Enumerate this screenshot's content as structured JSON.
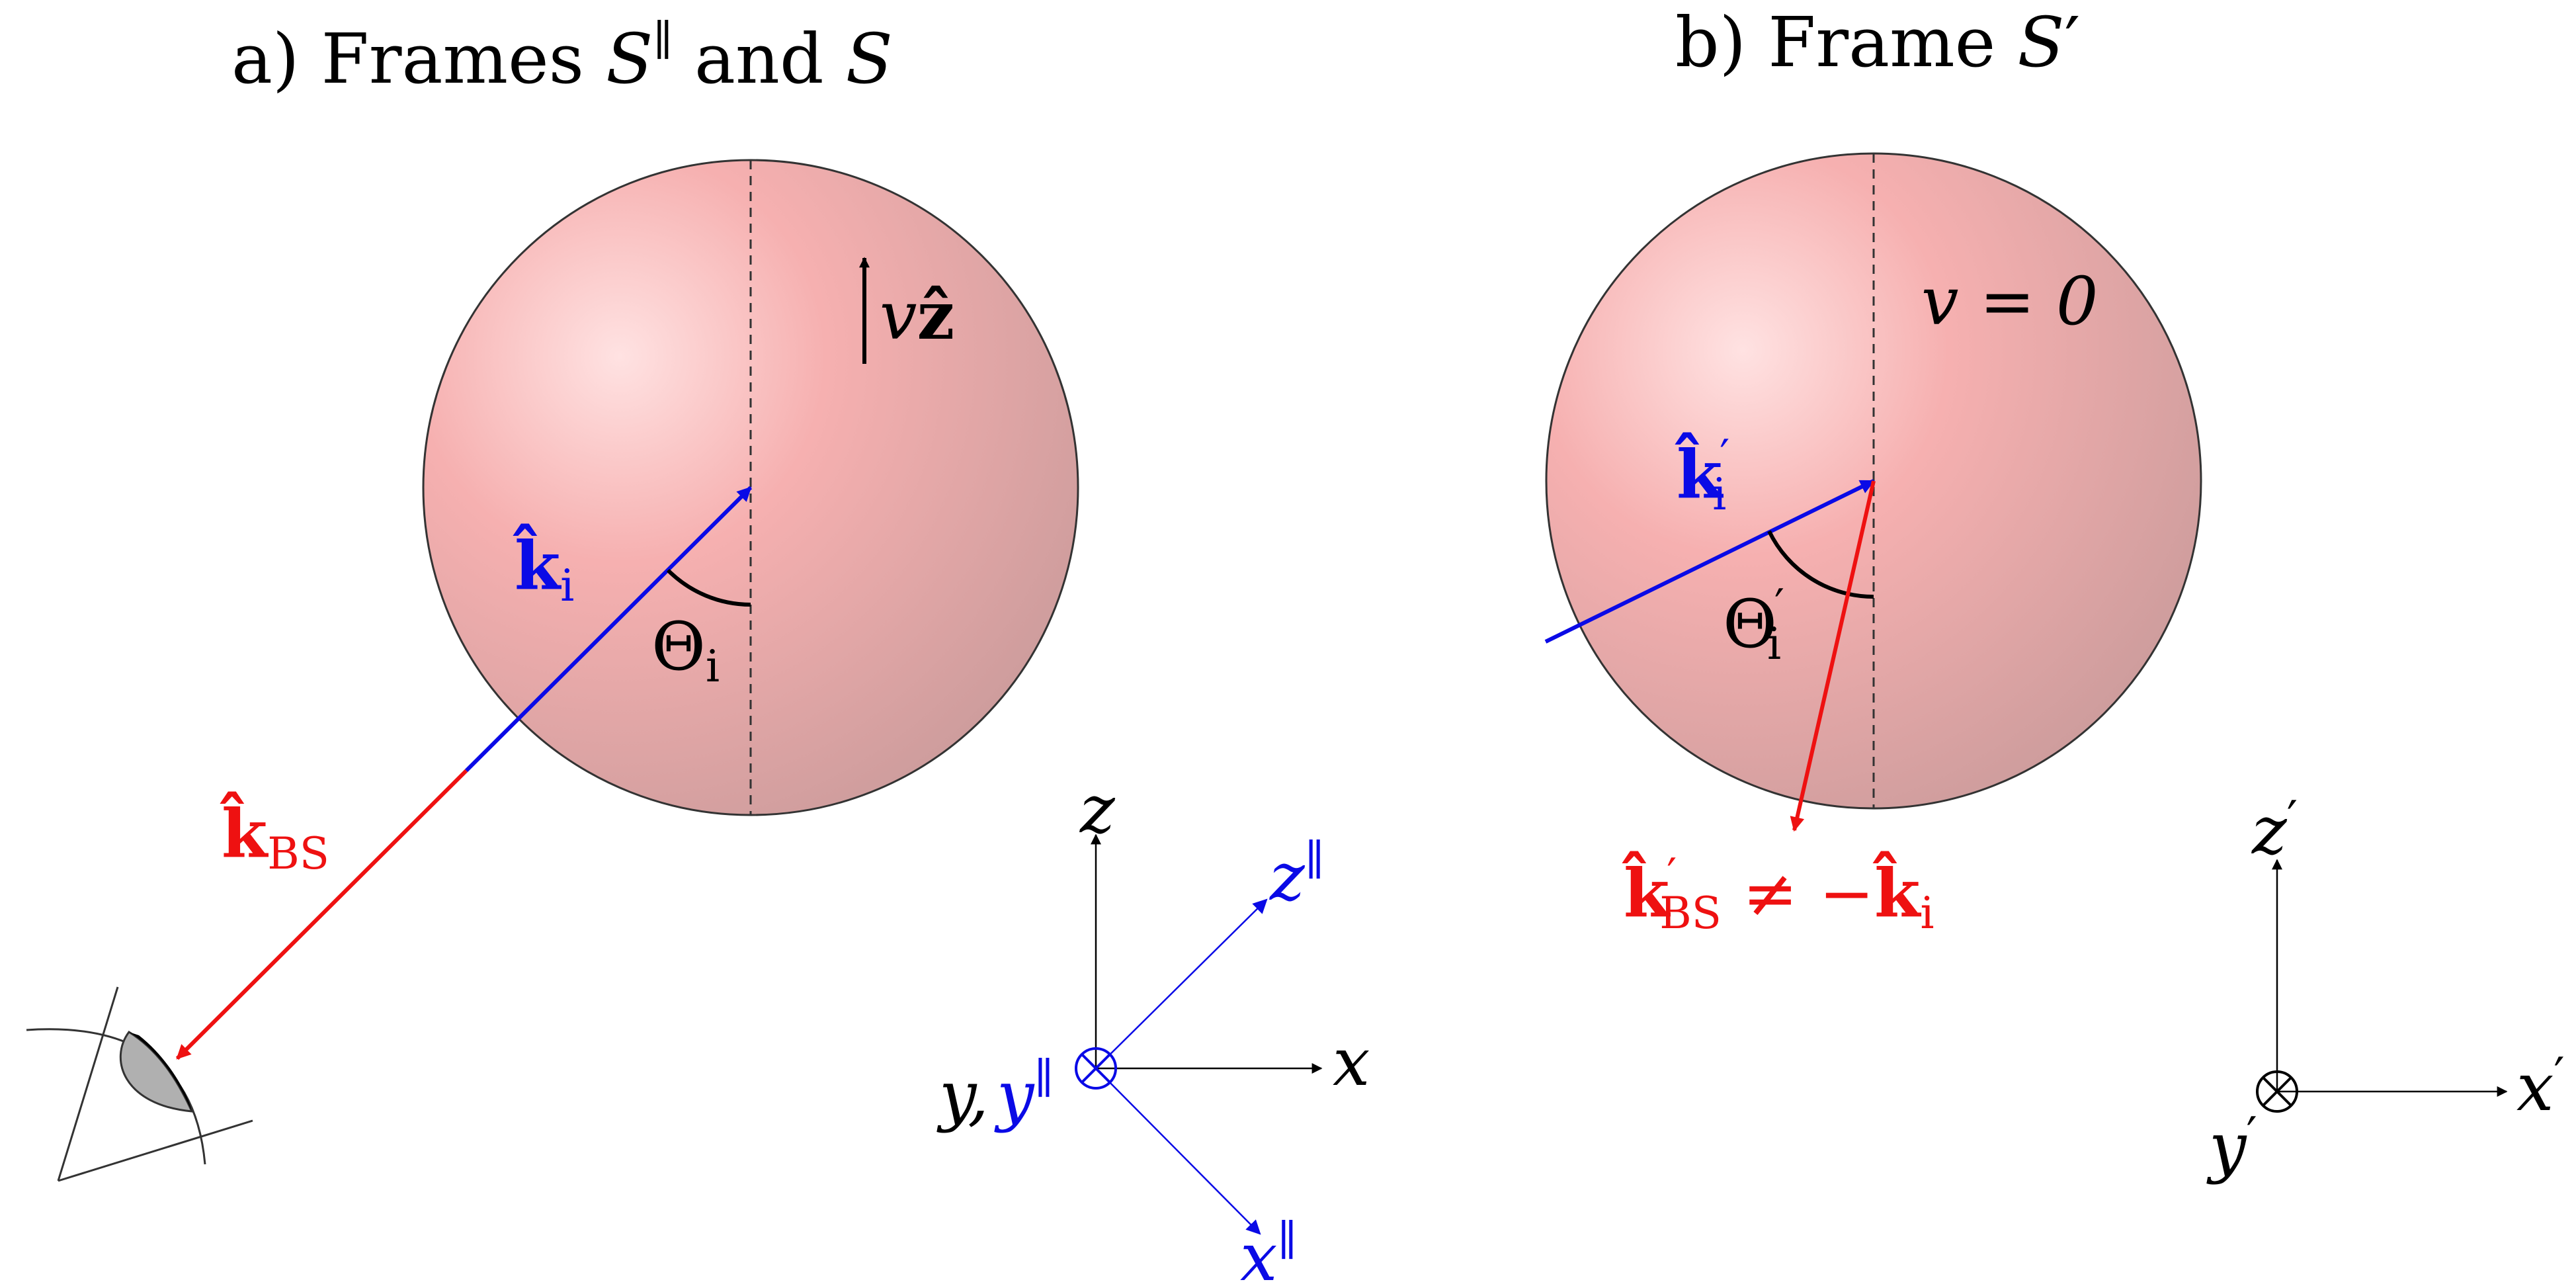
{
  "panel_a": {
    "title_prefix": "a) Frames ",
    "title_s1": "S",
    "title_s1_sup": "∥",
    "title_mid": " and ",
    "title_s2": "S",
    "velocity_v": "v",
    "velocity_z": "ẑ",
    "k_incident": "k̂",
    "k_incident_sub": "i",
    "theta": "Θ",
    "theta_sub": "i",
    "k_backscatter": "k̂",
    "k_backscatter_sub": "BS",
    "axes": {
      "z": "z",
      "x": "x",
      "y_label": "y,",
      "y_par": "y",
      "par_sup": "∥",
      "z_par": "z",
      "x_par": "x"
    }
  },
  "panel_b": {
    "title_prefix": "b) Frame ",
    "title_s": "S",
    "title_prime": "′",
    "velocity_eq": "v = 0",
    "k_incident": "k̂",
    "k_incident_sub": "i",
    "prime": "′",
    "theta": "Θ",
    "theta_sub": "i",
    "k_bs": "k̂",
    "k_bs_sub": "BS",
    "neq": " ≠ −",
    "k_i2": "k̂",
    "k_i2_sub": "i",
    "axes": {
      "z": "z",
      "x": "x",
      "y": "y",
      "prime": "′"
    }
  },
  "colors": {
    "blue": "#0a0ae6",
    "red": "#ee1111",
    "black": "#000000",
    "sphere_light": "#ffe2e2",
    "sphere_mid": "#f3a9a9",
    "sphere_dark": "#c49898"
  }
}
